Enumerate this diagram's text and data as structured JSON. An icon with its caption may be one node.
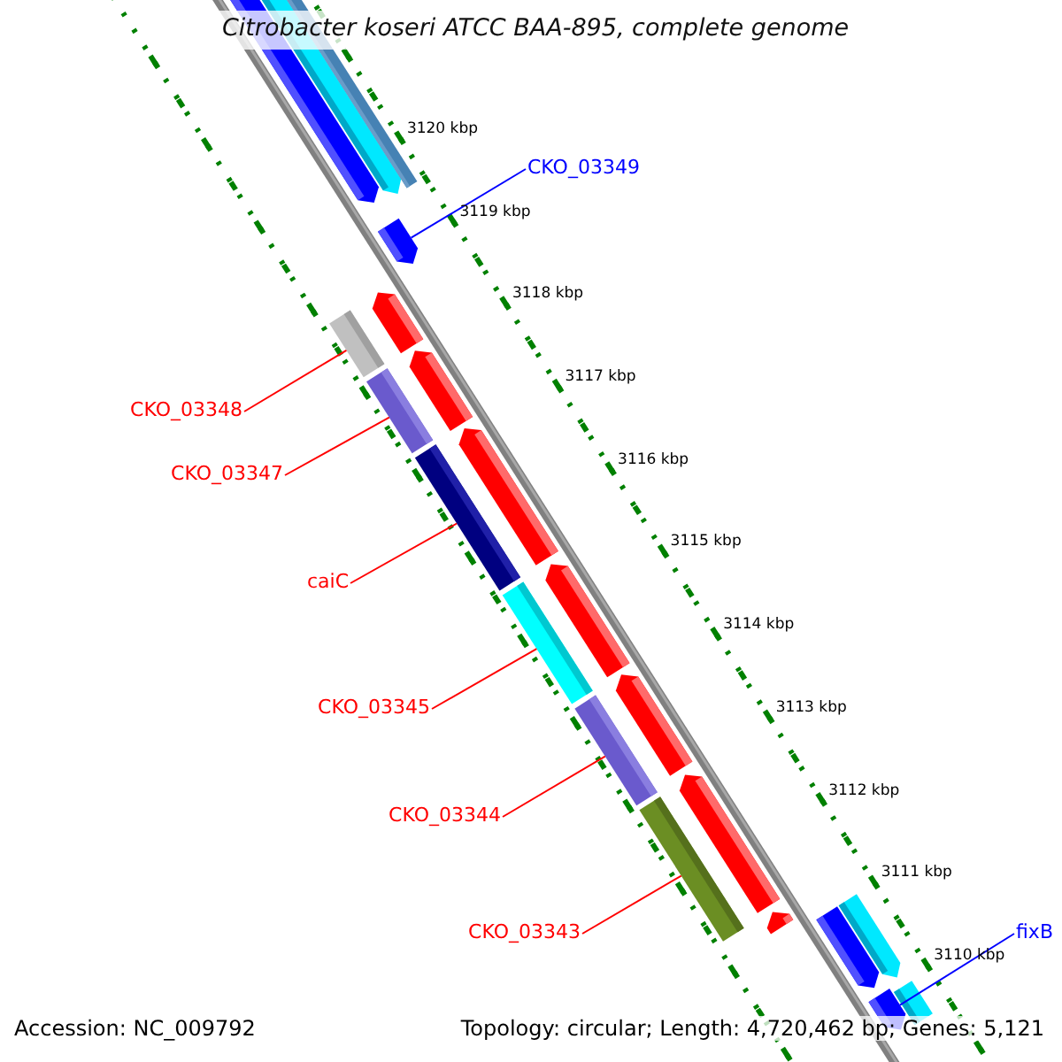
{
  "diagram": {
    "title": "Citrobacter koseri ATCC BAA-895, complete genome",
    "nodes": [
      {
        "text": [
          "CKO_03349"
        ]
      },
      {
        "text": [],
        "shape": "arrow"
      },
      {
        "text": [
          "CKO_03348"
        ]
      },
      {
        "text": [],
        "shape": "bar"
      },
      {
        "text": [
          "CKO_03347"
        ]
      },
      {
        "text": [],
        "shape": "bar"
      },
      {
        "text": [
          "caiC"
        ]
      },
      {
        "text": [],
        "shape": "bar"
      },
      {
        "text": [
          "CKO_03345"
        ]
      },
      {
        "text": [],
        "shape": "bar"
      },
      {
        "text": [
          "CKO_03344"
        ]
      },
      {
        "text": [],
        "shape": "bar"
      },
      {
        "text": [
          "CKO_03343"
        ]
      },
      {
        "text": [],
        "shape": "bar"
      },
      {
        "text": [
          "fixB"
        ]
      },
      {
        "text": [],
        "shape": "arrow"
      }
    ],
    "edges": [
      {
        "from": 0,
        "to": 1,
        "arrow": "none",
        "color": "#0000ff"
      },
      {
        "from": 2,
        "to": 3,
        "arrow": "none"
      },
      {
        "from": 4,
        "to": 5,
        "arrow": "none"
      },
      {
        "from": 6,
        "to": 7,
        "arrow": "none"
      },
      {
        "from": 8,
        "to": 9,
        "arrow": "none"
      },
      {
        "from": 10,
        "to": 11,
        "arrow": "none"
      },
      {
        "from": 12,
        "to": 13,
        "arrow": "none"
      },
      {
        "from": 14,
        "to": 15,
        "arrow": "none",
        "color": "#0000ff"
      }
    ],
    "labels": [
      "3120 kbp",
      "3119 kbp",
      "3118 kbp",
      "3117 kbp",
      "3116 kbp",
      "3115 kbp",
      "3114 kbp",
      "3113 kbp",
      "3112 kbp",
      "3111 kbp",
      "3110 kbp",
      "Accession: NC_009792",
      "Topology: circular; Length: 4,720,462 bp; Genes: 5,121"
    ]
  }
}
